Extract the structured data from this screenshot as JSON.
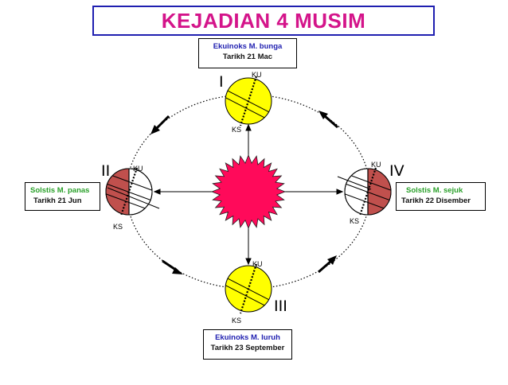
{
  "title": "KEJADIAN 4 MUSIM",
  "colors": {
    "title": "#d4148a",
    "title_border": "#1f1fb0",
    "spring_autumn_label": "#1f1fb0",
    "summer_winter_label": "#2aa02a",
    "sun": "#ff0a5a",
    "earth_lit": "#ffff00",
    "earth_shade": "#c0504d"
  },
  "seasons": [
    {
      "numeral": "I",
      "event": "Ekuinoks M. bunga",
      "date": "Tarikh 21 Mac"
    },
    {
      "numeral": "II",
      "event": "Solstis M. panas",
      "date": "Tarikh 21 Jun"
    },
    {
      "numeral": "III",
      "event": "Ekuinoks M. luruh",
      "date": "Tarikh 23 September"
    },
    {
      "numeral": "IV",
      "event": "Solstis M. sejuk",
      "date": "Tarikh 22 Disember"
    }
  ],
  "pole_labels": {
    "north": "KU",
    "south": "KS"
  }
}
